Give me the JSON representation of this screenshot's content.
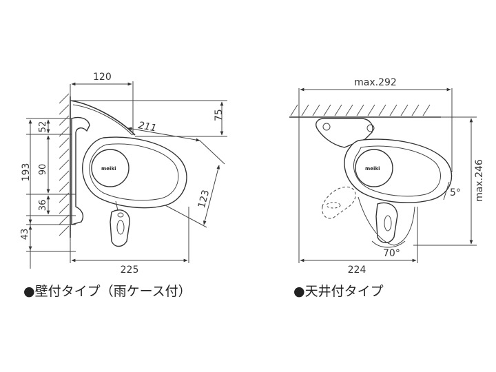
{
  "captions": {
    "wall": "●壁付タイプ（雨ケース付）",
    "ceiling": "●天井付タイプ"
  },
  "logo_text": "meiki",
  "wall_dims": {
    "top_width": "120",
    "diag": "211",
    "right_height": "75",
    "left_total": "193",
    "left_52": "52",
    "left_90": "90",
    "left_36": "36",
    "left_43": "43",
    "side_123": "123",
    "bottom_width": "225"
  },
  "ceiling_dims": {
    "max_width": "max.292",
    "max_height": "max.246",
    "angle_5": "5°",
    "angle_70": "70°",
    "bottom_width": "224"
  }
}
